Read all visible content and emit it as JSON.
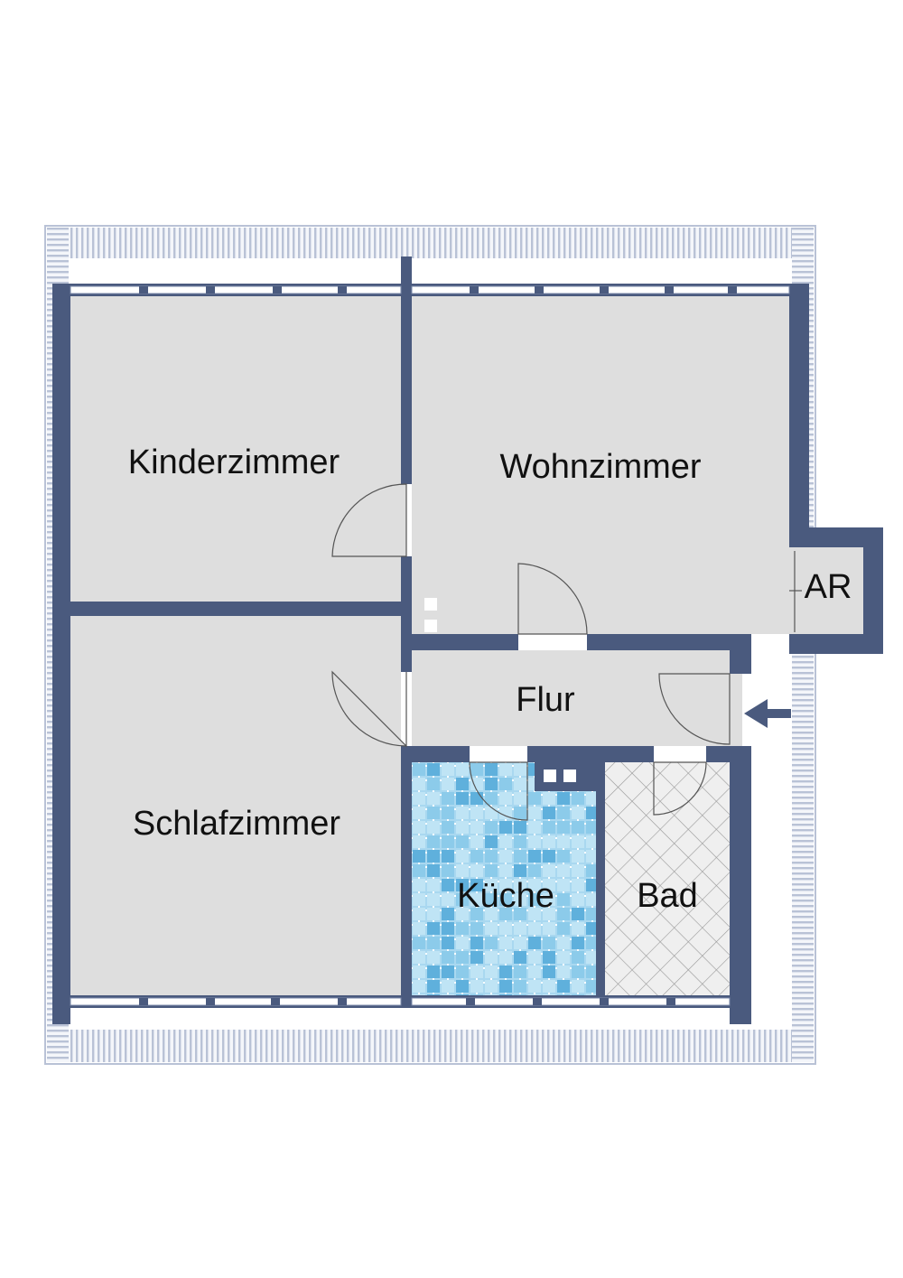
{
  "floor_plan": {
    "rooms": {
      "kinderzimmer": "Kinderzimmer",
      "wohnzimmer": "Wohnzimmer",
      "schlafzimmer": "Schlafzimmer",
      "flur": "Flur",
      "kueche": "Küche",
      "bad": "Bad",
      "abstellraum": "AR"
    },
    "colors": {
      "wall": "#4a5a7e",
      "floor": "#dedede",
      "roof_stripe": "#b9c2d6",
      "kitchen_tile_light": "#bfe4f5",
      "kitchen_tile_mid": "#8ccbea",
      "kitchen_tile_dark": "#5fb0dc",
      "bath_floor": "#e8e8e8",
      "bath_grid": "#9a9a9a"
    },
    "icons": {
      "entrance": "entrance-arrow-icon"
    }
  }
}
